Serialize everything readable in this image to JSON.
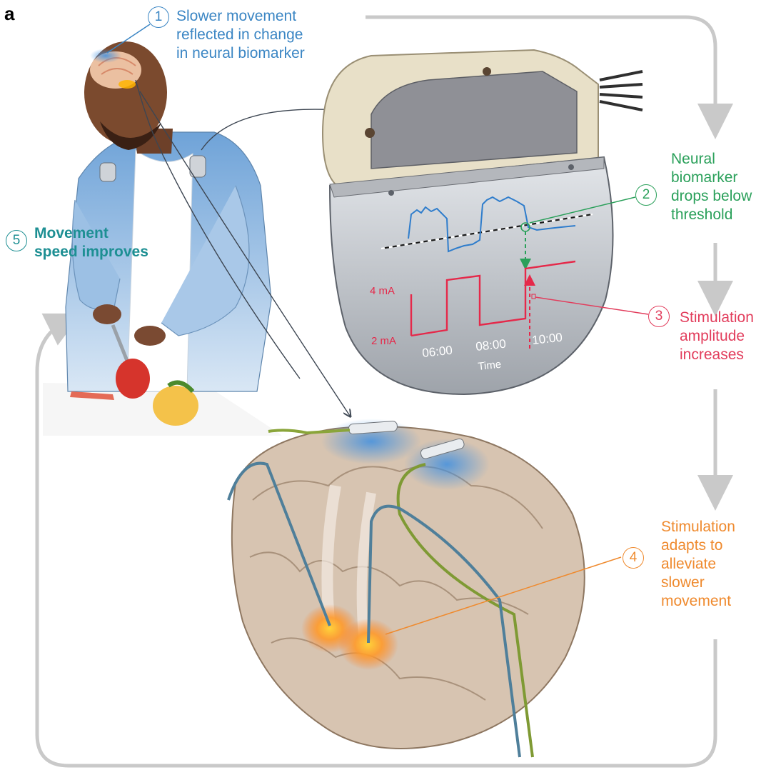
{
  "panel_label": "a",
  "colors": {
    "step1": "#3b86c4",
    "step2": "#2aa05a",
    "step3": "#e23d5c",
    "step4": "#ef8a2e",
    "step5": "#1d8f93",
    "signal": "#2f7dcc",
    "stim": "#e5294a",
    "loop_arrow": "#c9c9c9"
  },
  "steps": [
    {
      "number": "1",
      "text_lines": [
        "Slower movement",
        "reflected in change",
        "in neural biomarker"
      ]
    },
    {
      "number": "2",
      "text_lines": [
        "Neural",
        "biomarker",
        "drops below",
        "threshold"
      ]
    },
    {
      "number": "3",
      "text_lines": [
        "Stimulation",
        "amplitude",
        "increases"
      ]
    },
    {
      "number": "4",
      "text_lines": [
        "Stimulation",
        "adapts to",
        "alleviate",
        "slower",
        "movement"
      ]
    },
    {
      "number": "5",
      "text_lines": [
        "Movement",
        "speed improves"
      ]
    }
  ],
  "device_plot": {
    "y_ticks": [
      "4 mA",
      "2 mA"
    ],
    "x_ticks": [
      "06:00",
      "08:00",
      "10:00"
    ],
    "x_label": "Time"
  }
}
